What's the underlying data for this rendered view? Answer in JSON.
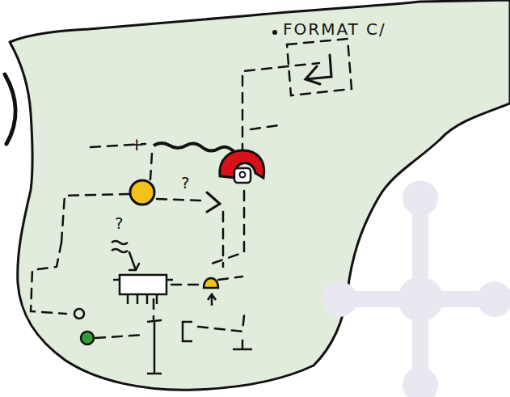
{
  "diagram": {
    "labels": [
      "FORMAT C/",
      "+",
      "?",
      "?"
    ]
  }
}
